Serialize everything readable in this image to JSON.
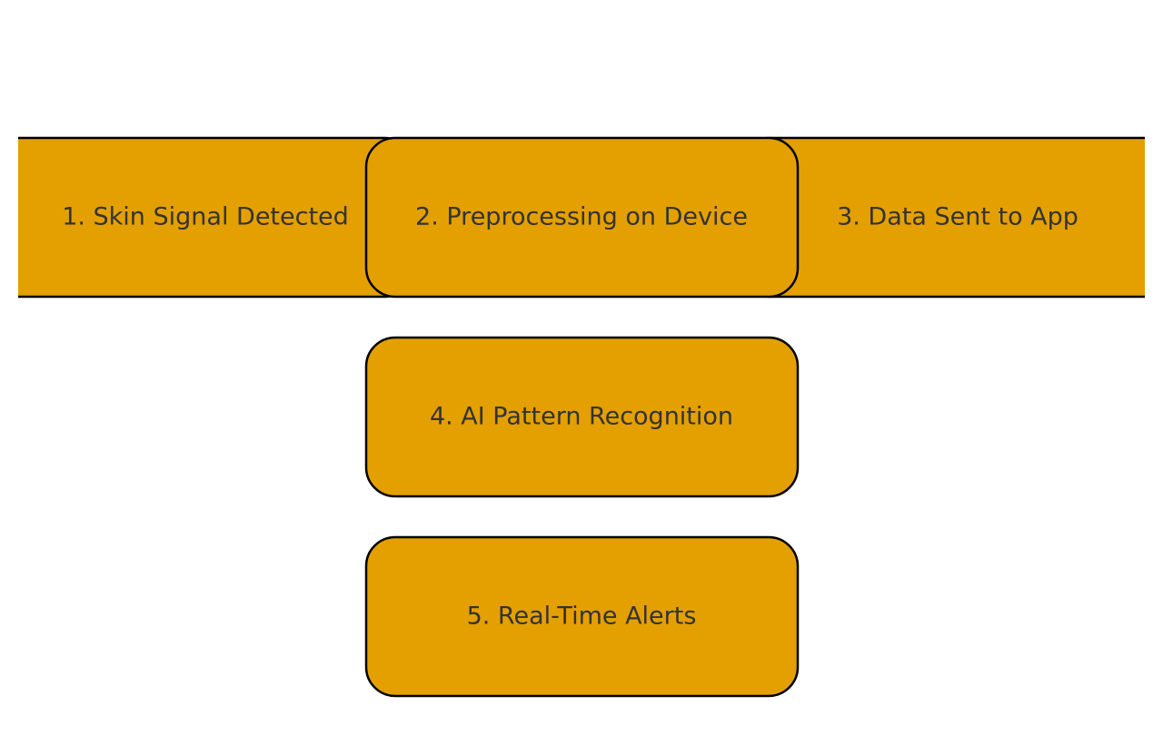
{
  "colors": {
    "box_fill": "#E3A000",
    "box_border": "#000000",
    "text": "#333333",
    "background": "#FFFFFF"
  },
  "steps": [
    {
      "label": "1. Skin Signal Detected"
    },
    {
      "label": "2. Preprocessing on Device"
    },
    {
      "label": "3. Data Sent to App"
    },
    {
      "label": "4. AI Pattern Recognition"
    },
    {
      "label": "5. Real-Time Alerts"
    }
  ]
}
